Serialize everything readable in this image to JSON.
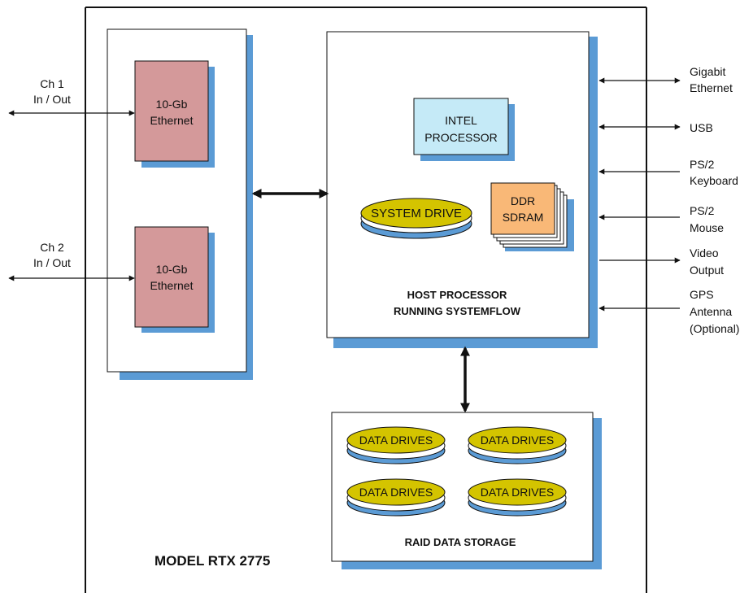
{
  "diagram": {
    "model_label": "MODEL RTX 2775",
    "colors": {
      "shadow": "#5b9bd5",
      "ethernet_fill": "#d4999a",
      "intel_fill": "#c5eaf7",
      "ddr_fill": "#f9b877",
      "drive_fill": "#d4c400",
      "drive_base": "#5b9bd5"
    },
    "left_ports": [
      {
        "line1": "Ch 1",
        "line2": "In / Out"
      },
      {
        "line1": "Ch 2",
        "line2": "In / Out"
      }
    ],
    "nic_cards": [
      {
        "line1": "10-Gb",
        "line2": "Ethernet"
      },
      {
        "line1": "10-Gb",
        "line2": "Ethernet"
      }
    ],
    "host": {
      "intel_line1": "INTEL",
      "intel_line2": "PROCESSOR",
      "system_drive": "SYSTEM DRIVE",
      "ddr_line1": "DDR",
      "ddr_line2": "SDRAM",
      "caption_line1": "HOST PROCESSOR",
      "caption_line2": "RUNNING SYSTEMFLOW"
    },
    "raid": {
      "drives": [
        "DATA DRIVES",
        "DATA DRIVES",
        "DATA DRIVES",
        "DATA DRIVES"
      ],
      "caption": "RAID DATA STORAGE"
    },
    "right_ports": [
      {
        "lines": [
          "Gigabit",
          "Ethernet"
        ]
      },
      {
        "lines": [
          "USB"
        ]
      },
      {
        "lines": [
          "PS/2",
          "Keyboard"
        ]
      },
      {
        "lines": [
          "PS/2",
          "Mouse"
        ]
      },
      {
        "lines": [
          "Video",
          "Output"
        ]
      },
      {
        "lines": [
          "GPS",
          "Antenna",
          "(Optional)"
        ]
      }
    ]
  }
}
